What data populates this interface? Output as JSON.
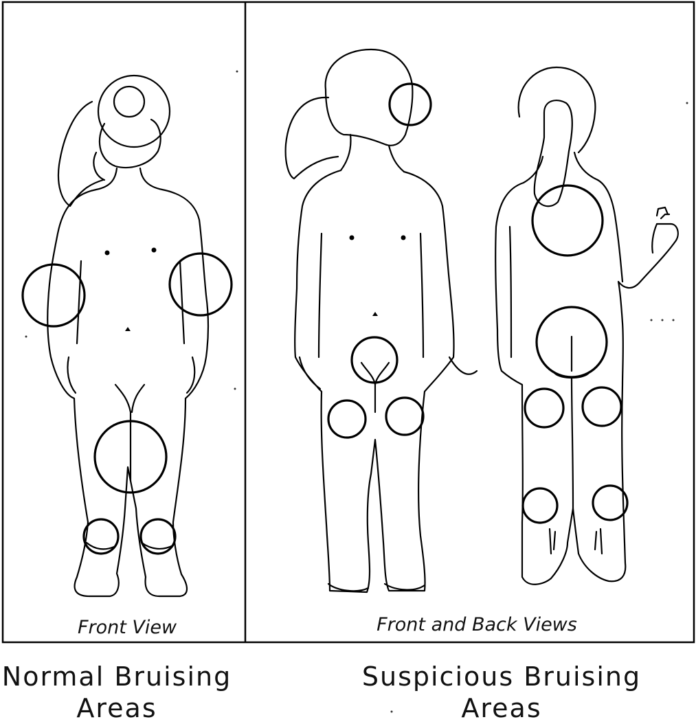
{
  "panels": {
    "normal": {
      "view_label": "Front View"
    },
    "suspicious": {
      "view_label": "Front and Back Views"
    }
  },
  "captions": {
    "normal": {
      "line1": "Normal Bruising",
      "line2": "Areas"
    },
    "suspicious": {
      "line1": "Suspicious Bruising",
      "line2": "Areas"
    }
  }
}
